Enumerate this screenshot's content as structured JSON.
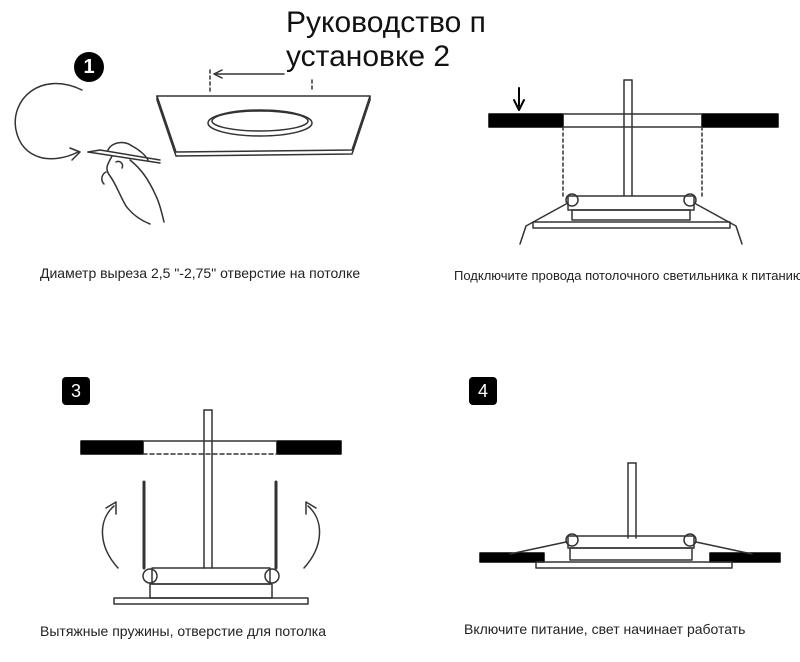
{
  "title": {
    "line1": "Руководство п",
    "line2": "установке 2"
  },
  "steps": [
    {
      "badge": "1",
      "caption": "Диаметр выреза 2,5 \"-2,75\" отверстие на потолке"
    },
    {
      "badge": "",
      "caption": "Подключите провода потолочного светильника к питанию"
    },
    {
      "badge": "3",
      "caption": "Вытяжные пружины, отверстие для потолка"
    },
    {
      "badge": "4",
      "caption": "Включите питание, свет начинает работать"
    }
  ]
}
